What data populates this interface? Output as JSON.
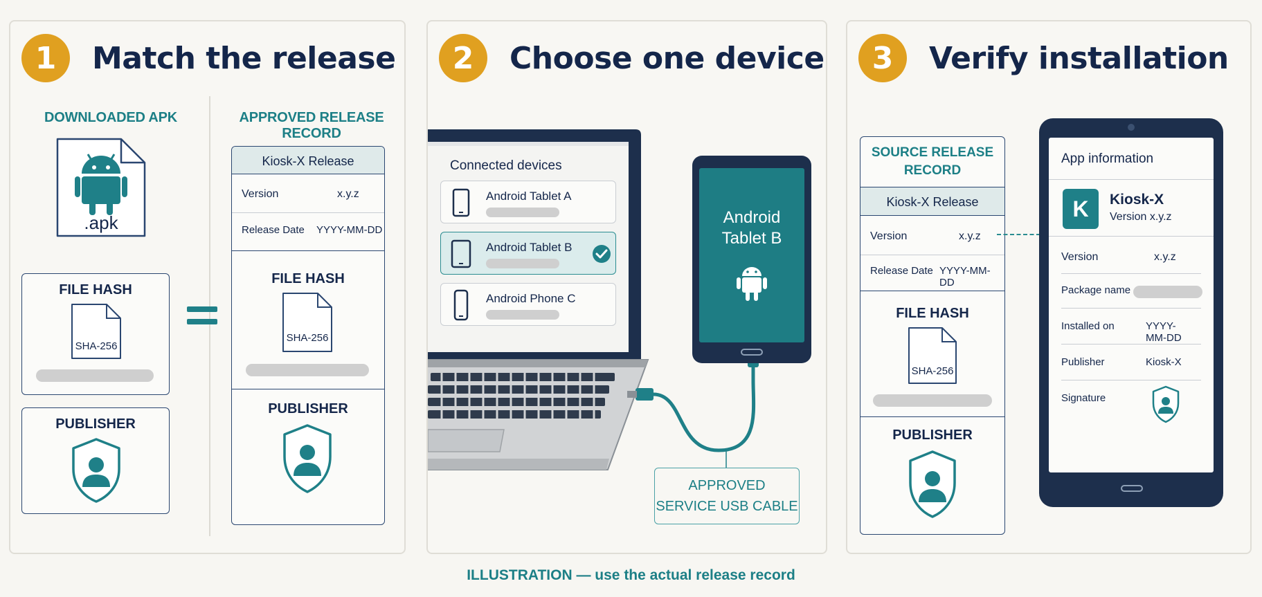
{
  "step1": {
    "number": "1",
    "title": "Match the release",
    "downloaded_label": "DOWNLOADED APK",
    "apk_ext": ".apk",
    "file_hash_label": "FILE HASH",
    "hash_algo": "SHA-256",
    "publisher_label": "PUBLISHER",
    "equals": "=",
    "approved_label": "APPROVED RELEASE RECORD",
    "record": {
      "title": "Kiosk-X Release",
      "version_label": "Version",
      "version_value": "x.y.z",
      "date_label": "Release Date",
      "date_value": "YYYY-MM-DD",
      "file_hash_label": "FILE HASH",
      "hash_algo": "SHA-256",
      "publisher_label": "PUBLISHER"
    }
  },
  "step2": {
    "number": "2",
    "title": "Choose one device",
    "connected_label": "Connected devices",
    "devices": [
      {
        "name": "Android Tablet A"
      },
      {
        "name": "Android Tablet B"
      },
      {
        "name": "Android Phone C"
      }
    ],
    "tablet_screen_line1": "Android",
    "tablet_screen_line2": "Tablet B",
    "cable_line1": "APPROVED",
    "cable_line2": "SERVICE USB CABLE"
  },
  "step3": {
    "number": "3",
    "title": "Verify installation",
    "source_line1": "SOURCE RELEASE",
    "source_line2": "RECORD",
    "record": {
      "title": "Kiosk-X Release",
      "version_label": "Version",
      "version_value": "x.y.z",
      "date_label": "Release Date",
      "date_value": "YYYY-MM-DD",
      "file_hash_label": "FILE HASH",
      "hash_algo": "SHA-256",
      "publisher_label": "PUBLISHER"
    },
    "app_info": {
      "header": "App information",
      "app_letter": "K",
      "app_name": "Kiosk-X",
      "app_version": "Version x.y.z",
      "version_label": "Version",
      "version_value": "x.y.z",
      "package_label": "Package name",
      "installed_label": "Installed on",
      "installed_value": "YYYY-MM-DD",
      "publisher_label": "Publisher",
      "publisher_value": "Kiosk-X",
      "signature_label": "Signature"
    }
  },
  "footer": "ILLUSTRATION — use the actual release record",
  "colors": {
    "accent_orange": "#e0a020",
    "teal": "#1c7f86",
    "navy": "#14264a"
  }
}
